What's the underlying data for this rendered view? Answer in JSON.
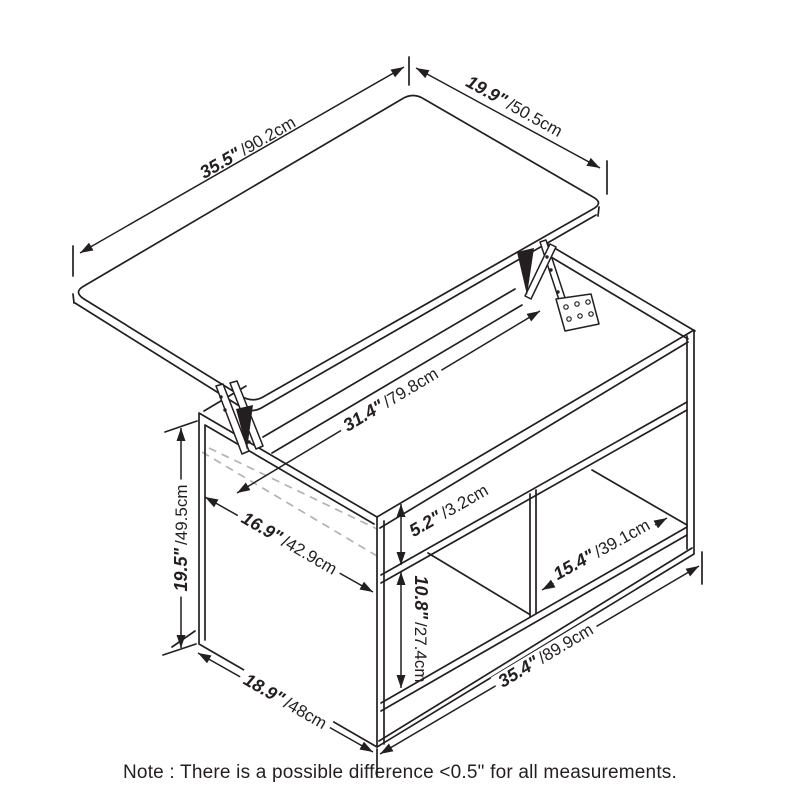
{
  "figure": {
    "title": "lift-top coffee table dimension diagram",
    "note": "Note : There is a possible difference <0.5\" for all measurements.",
    "dimensions": {
      "top_length": {
        "in": "35.5\"",
        "cm": "/90.2cm"
      },
      "top_depth": {
        "in": "19.9\"",
        "cm": "/50.5cm"
      },
      "inner_length": {
        "in": "31.4\"",
        "cm": "/79.8cm"
      },
      "inner_depth": {
        "in": "16.9\"",
        "cm": "/42.9cm"
      },
      "height": {
        "in": "19.5\"",
        "cm": "/49.5cm"
      },
      "top_clearance": {
        "in": "5.2\"",
        "cm": "/3.2cm"
      },
      "cubby_height": {
        "in": "10.8\"",
        "cm": "/27.4cm"
      },
      "cubby_width": {
        "in": "15.4\"",
        "cm": "/39.1cm"
      },
      "base_length": {
        "in": "35.4\"",
        "cm": "/89.9cm"
      },
      "base_depth": {
        "in": "18.9\"",
        "cm": "/48cm"
      }
    },
    "colors": {
      "line": "#231f20",
      "hidden_line": "#b1b3b6",
      "background": "#ffffff"
    }
  }
}
